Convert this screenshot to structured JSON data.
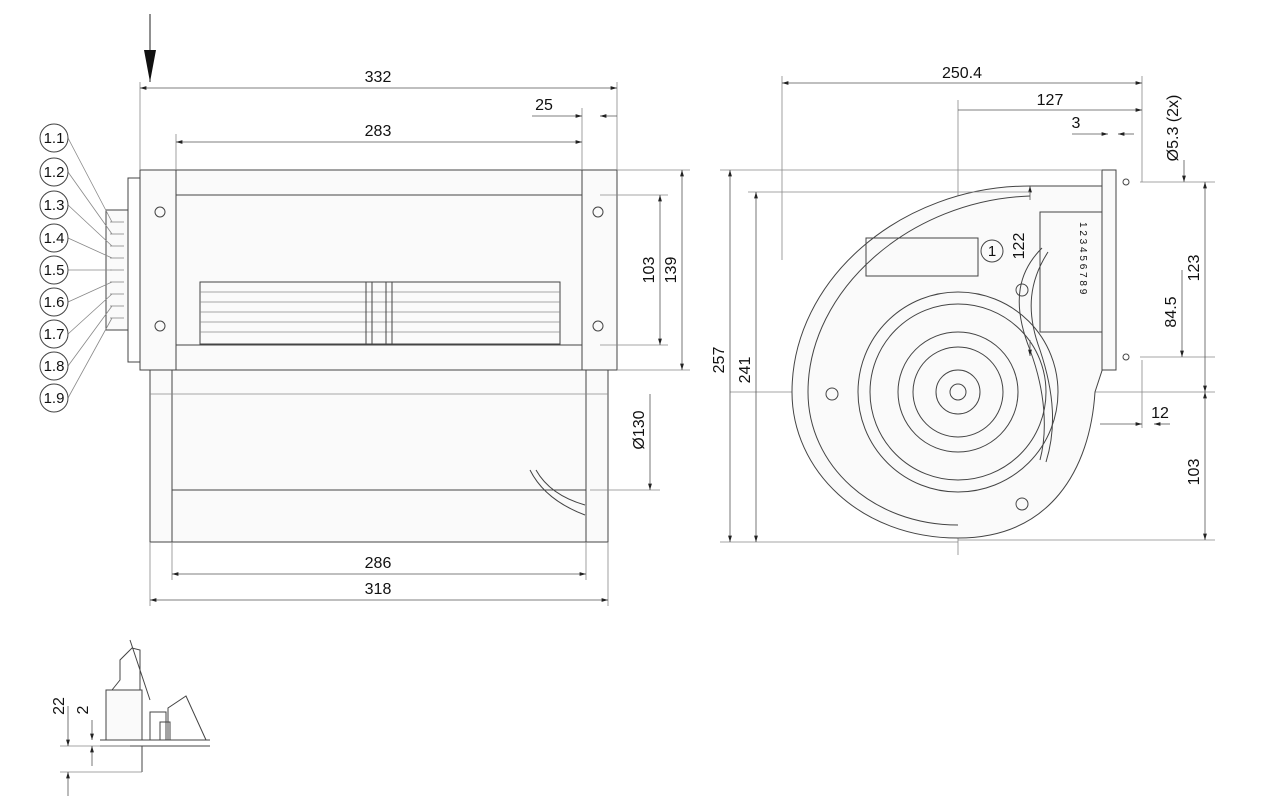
{
  "dimensions": {
    "overall_width": "332",
    "connector_offset": "25",
    "inner_width": "283",
    "height_103_left": "103",
    "height_139": "139",
    "inlet_dia": "Ø130",
    "bottom_inner": "286",
    "bottom_outer": "318",
    "right_width": "250.4",
    "right_half": "127",
    "flange_3": "3",
    "hole_dia": "Ø5.3 (2x)",
    "connector_height": "122",
    "flange_123": "123",
    "hole_spacing": "84.5",
    "offset_12": "12",
    "bottom_103": "103",
    "height_257": "257",
    "height_241": "241",
    "detail_22": "22",
    "detail_2": "2"
  },
  "callouts": {
    "c1": "1.1",
    "c2": "1.2",
    "c3": "1.3",
    "c4": "1.4",
    "c5": "1.5",
    "c6": "1.6",
    "c7": "1.7",
    "c8": "1.8",
    "c9": "1.9",
    "marker": "1"
  },
  "terminal_numbers": "1 2 3 4 5 6 7 8 9"
}
